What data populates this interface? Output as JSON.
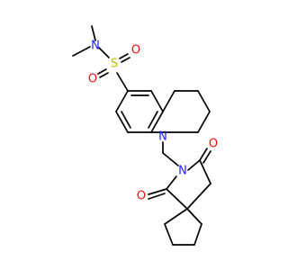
{
  "molecule": {
    "colors": {
      "N": "#1f1fff",
      "O": "#ff0d0d",
      "S": "#bfbf00",
      "bond": "#000000",
      "background": "#ffffff"
    },
    "atoms": {
      "n_sulfonamide": "N",
      "s_sulfonyl": "S",
      "o_sulfonyl_left": "O",
      "o_sulfonyl_right": "O",
      "n_quinoline": "N",
      "n_imide": "N",
      "o_carbonyl_top": "O",
      "o_carbonyl_left": "O"
    }
  }
}
